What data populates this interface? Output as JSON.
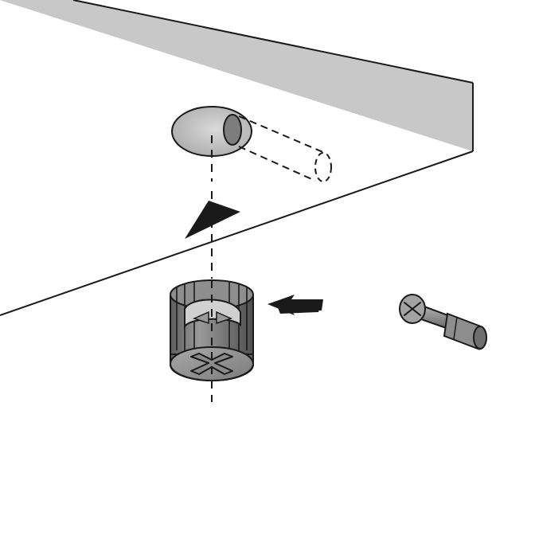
{
  "diagram": {
    "kind": "assembly-instruction",
    "style": "grayscale line art",
    "colors": {
      "background": "#ffffff",
      "outline": "#1a1a1a",
      "panel_edge": "#c8c8c8",
      "part_dark": "#7a7a7a",
      "part_mid": "#9a9a9a",
      "part_light": "#cfcfcf",
      "hole_fill": "#bdbdbd",
      "arrow": "#1a1a1a"
    },
    "parts": [
      {
        "id": "panel",
        "label": ""
      },
      {
        "id": "drilled-hole",
        "label": ""
      },
      {
        "id": "cam-lock-fitting",
        "label": ""
      },
      {
        "id": "connecting-bolt",
        "label": ""
      }
    ],
    "arrows": [
      {
        "id": "insert-up",
        "label": ""
      },
      {
        "id": "bolt-insert-left",
        "label": ""
      }
    ]
  }
}
